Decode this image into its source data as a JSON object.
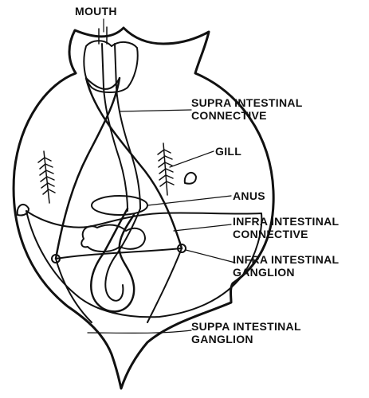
{
  "labels": {
    "mouth": "MOUTH",
    "supra_connective": [
      "SUPRA INTESTINAL",
      "CONNECTIVE"
    ],
    "gill": "GILL",
    "anus": "ANUS",
    "infra_connective": [
      "INFRA INTESTINAL",
      "CONNECTIVE"
    ],
    "infra_ganglion": [
      "INFRA INTESTINAL",
      "GANGLION"
    ],
    "suppa_ganglion": [
      "SUPPA INTESTINAL",
      "GANGLION"
    ]
  },
  "colors": {
    "ink": "#111111",
    "background": "#ffffff"
  }
}
